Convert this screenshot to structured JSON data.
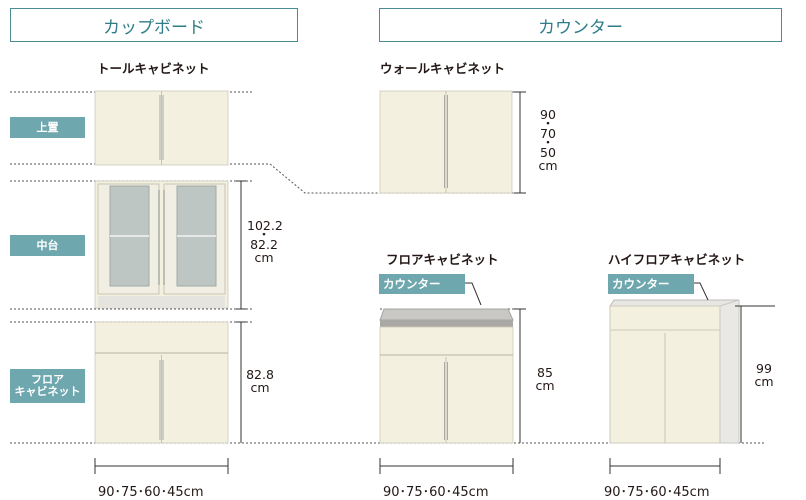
{
  "headers": {
    "cupboard": "カップボード",
    "counter": "カウンター"
  },
  "titles": {
    "tall": "トールキャビネット",
    "wall": "ウォールキャビネット",
    "floor": "フロアキャビネット",
    "highfloor": "ハイフロアキャビネット"
  },
  "tags": {
    "upper": "上置",
    "middle": "中台",
    "floor_line1": "フロア",
    "floor_line2": "キャビネット",
    "counter_a": "カウンター",
    "counter_b": "カウンター"
  },
  "dims": {
    "wall": [
      "90",
      "・",
      "70",
      "・",
      "50",
      "cm"
    ],
    "middle": [
      "102.2",
      "・",
      "82.2",
      "cm"
    ],
    "floor_tall": [
      "82.8",
      "cm"
    ],
    "floor": [
      "85",
      "cm"
    ],
    "highfloor": [
      "99",
      "cm"
    ]
  },
  "widths": {
    "tall": "90･75･60･45cm",
    "floor": "90･75･60･45cm",
    "highfloor": "90･75･60･45cm"
  },
  "colors": {
    "accent": "#4a8c94",
    "tag": "#6fa7ae",
    "cabinet": "#f3f0df",
    "counter_top": "#b7b6b3"
  }
}
